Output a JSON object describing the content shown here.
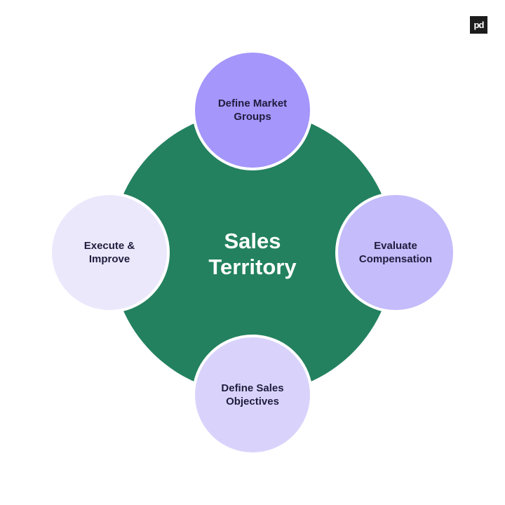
{
  "logo": {
    "text": "pd",
    "icon": "brand-logo-icon"
  },
  "hub": {
    "title_line1": "Sales",
    "title_line2": "Territory",
    "color": "#23815f"
  },
  "nodes": [
    {
      "position": "top",
      "line1": "Define Market",
      "line2": "Groups",
      "color": "#a496fb"
    },
    {
      "position": "right",
      "line1": "Evaluate",
      "line2": "Compensation",
      "color": "#c4bcfb"
    },
    {
      "position": "bottom",
      "line1": "Define Sales",
      "line2": "Objectives",
      "color": "#d9d3fc"
    },
    {
      "position": "left",
      "line1": "Execute &",
      "line2": "Improve",
      "color": "#ece8fc"
    }
  ],
  "text_color": "#1f1d3d"
}
